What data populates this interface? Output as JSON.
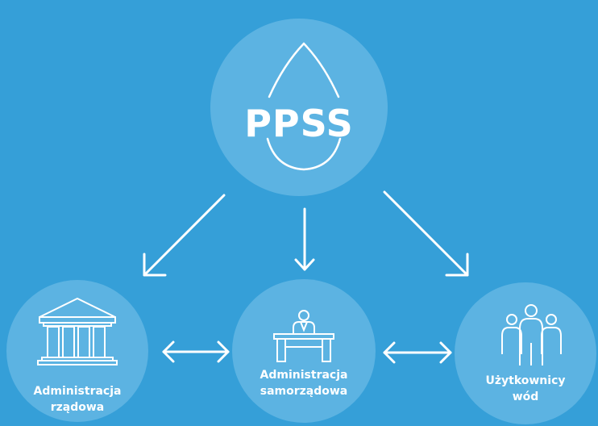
{
  "colors": {
    "background": "#359fd8",
    "circle": "#5cb3e2",
    "foreground": "#ffffff"
  },
  "center": {
    "title": "PPSS",
    "icon": "water-drop-icon"
  },
  "nodes": [
    {
      "id": "gov",
      "icon": "government-building-icon",
      "lines": [
        "Administracja",
        "rządowa"
      ]
    },
    {
      "id": "local",
      "icon": "official-desk-icon",
      "lines": [
        "Administracja",
        "samorządowa"
      ]
    },
    {
      "id": "users",
      "icon": "people-group-icon",
      "lines": [
        "Użytkownicy",
        "wód"
      ]
    }
  ]
}
